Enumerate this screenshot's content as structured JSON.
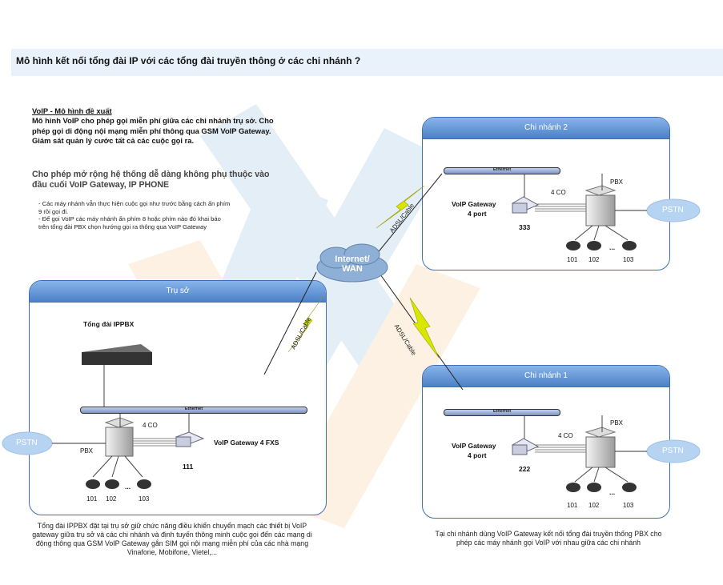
{
  "header": {
    "title": "Mô hình kết nối tổng đài IP với các tổng đài truyền thông ở các chi nhánh ?"
  },
  "intro": {
    "heading": "VoIP - Mô hình đề xuất",
    "body": "Mô hình VoIP cho phép gọi miễn phí giữa các chi nhánh trụ sở. Cho phép gọi di động nội mạng miễn phí thông qua GSM VoIP Gateway. Giám sát quản lý cước tất cả các cuộc gọi ra.",
    "extension": "Cho phép mở rộng hệ thống dễ dàng không phụ thuộc vào đầu cuối VoIP Gateway, IP PHONE",
    "note1": "- Các máy nhánh vẫn thực hiện cuộc gọi như trước bằng cách ấn phím 9 rồi gọi đi.",
    "note2": "- Để gọi VoIP các máy nhánh ấn phím 8 hoặc phím nào đó khai báo trên tổng đài PBX chọn hướng gọi ra thông qua VoIP Gateway"
  },
  "wan": {
    "line1": "Internet/",
    "line2": "WAN"
  },
  "links": {
    "adsl": "ADSL/Cable"
  },
  "common": {
    "ethernet": "Ethernet",
    "pbx": "PBX",
    "pstn": "PSTN",
    "co": "4 CO",
    "dots": "...",
    "ext1": "101",
    "ext2": "102",
    "ext3": "103"
  },
  "hq": {
    "title": "Trụ sở",
    "ippbx": "Tổng đài IPPBX",
    "gateway": "VoIP Gateway 4 FXS",
    "number": "111",
    "caption": "Tổng đài IPPBX đặt tại trụ sở giữ chức năng điều khiển chuyển mạch các thiết bị VoIP gateway giữa trụ sở và các chi nhánh và định tuyến thông minh cuộc gọi đến các mạng di động thông qua GSM VoIP Gateway gắn SIM gọi nội mạng miễn phí của các nhà mạng Vinafone, Mobifone, Vietel,..."
  },
  "branch2": {
    "title": "Chi nhánh 2",
    "gateway_l1": "VoIP Gateway",
    "gateway_l2": "4 port",
    "number": "333"
  },
  "branch1": {
    "title": "Chi nhánh 1",
    "gateway_l1": "VoIP Gateway",
    "gateway_l2": "4 port",
    "number": "222",
    "caption": "Tại chi nhánh dùng VoIP Gateway kết nối tổng đài truyền thống PBX cho phép các máy nhánh gọi VoIP với nhau giữa các chi nhánh"
  },
  "colors": {
    "box_border": "#3f6fb3",
    "box_header": "#5a8bd0",
    "lightning": "#d9e600",
    "cloud": "#8fb0d6",
    "pstn": "#b7d3f2",
    "header_bg": "#e9f1fb"
  }
}
